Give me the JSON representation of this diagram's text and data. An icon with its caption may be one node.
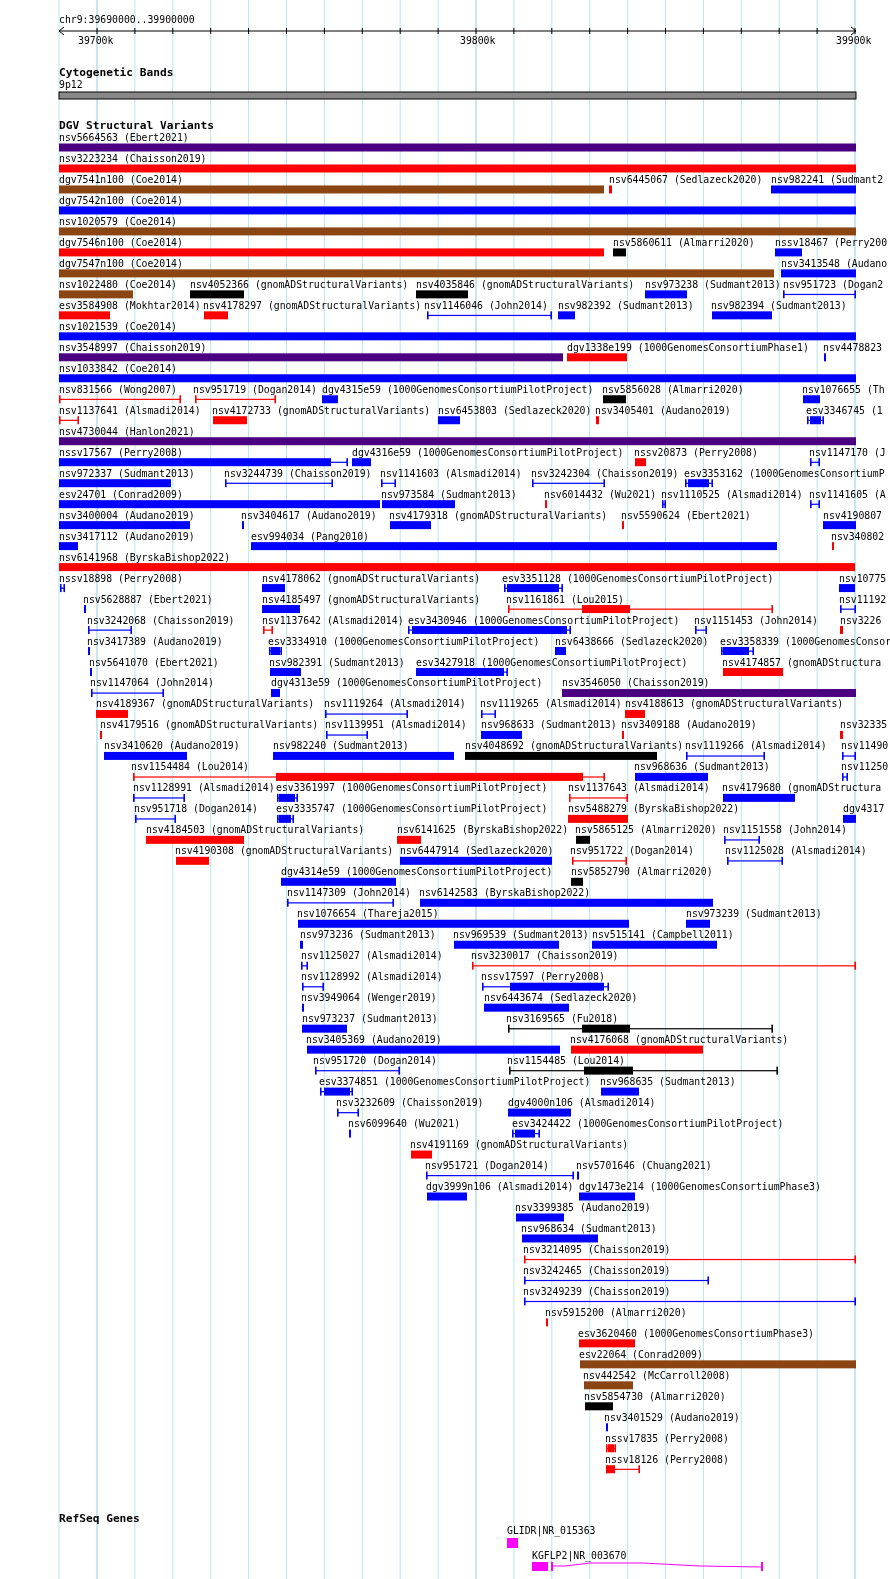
{
  "diagram": {
    "labels": [
      "chr9:39690000..39900000",
      "39700k",
      "39800k",
      "39900k",
      "Cytogenetic Bands",
      "9p12",
      "DGV Structural Variants",
      "nsv5664563 (Ebert2021)",
      "nsv3223234 (Chaisson2019)",
      "dgv7541n100 (Coe2014)",
      "nsv6445067 (Sedlazeck2020)",
      "nsv982241 (Sudmant2",
      "dgv7542n100 (Coe2014)",
      "nsv1020579 (Coe2014)",
      "dgv7546n100 (Coe2014)",
      "nsv5860611 (Almarri2020)",
      "nssv18467 (Perry200",
      "dgv7547n100 (Coe2014)",
      "nsv3413548 (Audano",
      "nsv1022480 (Coe2014)",
      "nsv4052366 (gnomADStructuralVariants)",
      "nsv4035846 (gnomADStructuralVariants)",
      "nsv973238 (Sudmant2013)",
      "nsv951723 (Dogan2",
      "esv3584908 (Mokhtar2014)",
      "nsv4178297 (gnomADStructuralVariants)",
      "nsv1146046 (John2014)",
      "nsv982392 (Sudmant2013)",
      "nsv982394 (Sudmant2013)",
      "nsv1021539 (Coe2014)",
      "nsv3548997 (Chaisson2019)",
      "dgv1338e199 (1000GenomesConsortiumPhase1)",
      "nsv4478823",
      "nsv1033842 (Coe2014)",
      "nsv831566 (Wong2007)",
      "nsv951719 (Dogan2014)",
      "dgv4315e59 (1000GenomesConsortiumPilotProject)",
      "nsv5856028 (Almarri2020)",
      "nsv1076655 (Th",
      "nsv1137641 (Alsmadi2014)",
      "nsv4172733 (gnomADStructuralVariants)",
      "nsv6453803 (Sedlazeck2020)",
      "nsv3405401 (Audano2019)",
      "esv3346745 (1",
      "nsv4730044 (Hanlon2021)",
      "nssv17567 (Perry2008)",
      "dgv4316e59 (1000GenomesConsortiumPilotProject)",
      "nssv20873 (Perry2008)",
      "nsv1147170 (J",
      "nsv972337 (Sudmant2013)",
      "nsv3244739 (Chaisson2019)",
      "nsv1141603 (Alsmadi2014)",
      "nsv3242304 (Chaisson2019)",
      "esv3353162 (1000GenomesConsortiumP",
      "esv24701 (Conrad2009)",
      "nsv973584 (Sudmant2013)",
      "nsv6014432 (Wu2021)",
      "nsv1110525 (Alsmadi2014)",
      "nsv1141605 (A",
      "nsv3400004 (Audano2019)",
      "nsv3404617 (Audano2019)",
      "nsv4179318 (gnomADStructuralVariants)",
      "nsv5590624 (Ebert2021)",
      "nsv4190807",
      "nsv3417112 (Audano2019)",
      "esv994034 (Pang2010)",
      "nsv340802",
      "nsv6141968 (ByrskaBishop2022)",
      "nssv18898 (Perry2008)",
      "nsv4178062 (gnomADStructuralVariants)",
      "esv3351128 (1000GenomesConsortiumPilotProject)",
      "nsv10775",
      "nsv5628887 (Ebert2021)",
      "nsv4185497 (gnomADStructuralVariants)",
      "nsv1161861 (Lou2015)",
      "nsv11192",
      "nsv3242068 (Chaisson2019)",
      "nsv1137642 (Alsmadi2014)",
      "esv3430946 (1000GenomesConsortiumPilotProject)",
      "nsv1151453 (John2014)",
      "nsv3226",
      "nsv3417389 (Audano2019)",
      "esv3334910 (1000GenomesConsortiumPilotProject)",
      "nsv6438666 (Sedlazeck2020)",
      "esv3358339 (1000GenomesConsor",
      "nsv5641070 (Ebert2021)",
      "nsv982391 (Sudmant2013)",
      "esv3427918 (1000GenomesConsortiumPilotProject)",
      "nsv4174857 (gnomADStructura",
      "nsv1147064 (John2014)",
      "dgv4313e59 (1000GenomesConsortiumPilotProject)",
      "nsv3546050 (Chaisson2019)",
      "nsv4189367 (gnomADStructuralVariants)",
      "nsv1119264 (Alsmadi2014)",
      "nsv1119265 (Alsmadi2014)",
      "nsv4188613 (gnomADStructuralVariants)",
      "nsv4179516 (gnomADStructuralVariants)",
      "nsv1139951 (Alsmadi2014)",
      "nsv968633 (Sudmant2013)",
      "nsv3409188 (Audano2019)",
      "nsv32335",
      "nsv3410620 (Audano2019)",
      "nsv982240 (Sudmant2013)",
      "nsv4048692 (gnomADStructuralVariants)",
      "nsv1119266 (Alsmadi2014)",
      "nsv11490",
      "nsv1154484 (Lou2014)",
      "nsv968636 (Sudmant2013)",
      "nsv11250",
      "nsv1128991 (Alsmadi2014)",
      "esv3361997 (1000GenomesConsortiumPilotProject)",
      "nsv1137643 (Alsmadi2014)",
      "nsv4179680 (gnomADStructura",
      "nsv951718 (Dogan2014)",
      "esv3335747 (1000GenomesConsortiumPilotProject)",
      "nsv5488279 (ByrskaBishop2022)",
      "dgv4317",
      "nsv4184503 (gnomADStructuralVariants)",
      "nsv6141625 (ByrskaBishop2022)",
      "nsv5865125 (Almarri2020)",
      "nsv1151558 (John2014)",
      "nsv4190308 (gnomADStructuralVariants)",
      "nsv6447914 (Sedlazeck2020)",
      "nsv951722 (Dogan2014)",
      "nsv1125028 (Alsmadi2014)",
      "dgv4314e59 (1000GenomesConsortiumPilotProject)",
      "nsv5852790 (Almarri2020)",
      "nsv1147309 (John2014)",
      "nsv6142583 (ByrskaBishop2022)",
      "nsv1076654 (Thareja2015)",
      "nsv973239 (Sudmant2013)",
      "nsv973236 (Sudmant2013)",
      "nsv969539 (Sudmant2013)",
      "nsv515141 (Campbell2011)",
      "nsv1125027 (Alsmadi2014)",
      "nsv3230017 (Chaisson2019)",
      "nsv1128992 (Alsmadi2014)",
      "nssv17597 (Perry2008)",
      "nsv3949064 (Wenger2019)",
      "nsv6443674 (Sedlazeck2020)",
      "nsv973237 (Sudmant2013)",
      "nsv3169565 (Fu2018)",
      "nsv3405369 (Audano2019)",
      "nsv4176068 (gnomADStructuralVariants)",
      "nsv951720 (Dogan2014)",
      "nsv1154485 (Lou2014)",
      "esv3374851 (1000GenomesConsortiumPilotProject)",
      "nsv968635 (Sudmant2013)",
      "nsv3232609 (Chaisson2019)",
      "dgv4000n106 (Alsmadi2014)",
      "nsv6099640 (Wu2021)",
      "esv3424422 (1000GenomesConsortiumPilotProject)",
      "nsv4191169 (gnomADStructuralVariants)",
      "nsv951721 (Dogan2014)",
      "nsv5701646 (Chuang2021)",
      "dgv3999n106 (Alsmadi2014)",
      "dgv1473e214 (1000GenomesConsortiumPhase3)",
      "nsv3399385 (Audano2019)",
      "nsv968634 (Sudmant2013)",
      "nsv3214095 (Chaisson2019)",
      "nsv3242465 (Chaisson2019)",
      "nsv3249239 (Chaisson2019)",
      "nsv5915200 (Almarri2020)",
      "esv3620460 (1000GenomesConsortiumPhase3)",
      "esv22064 (Conrad2009)",
      "nsv442542 (McCarroll2008)",
      "nsv5854730 (Almarri2020)",
      "nsv3401529 (Audano2019)",
      "nssv17835 (Perry2008)",
      "nssv18126 (Perry2008)",
      "RefSeq Genes",
      "GLIDR|NR_015363",
      "KGFLP2|NR_003670"
    ]
  }
}
